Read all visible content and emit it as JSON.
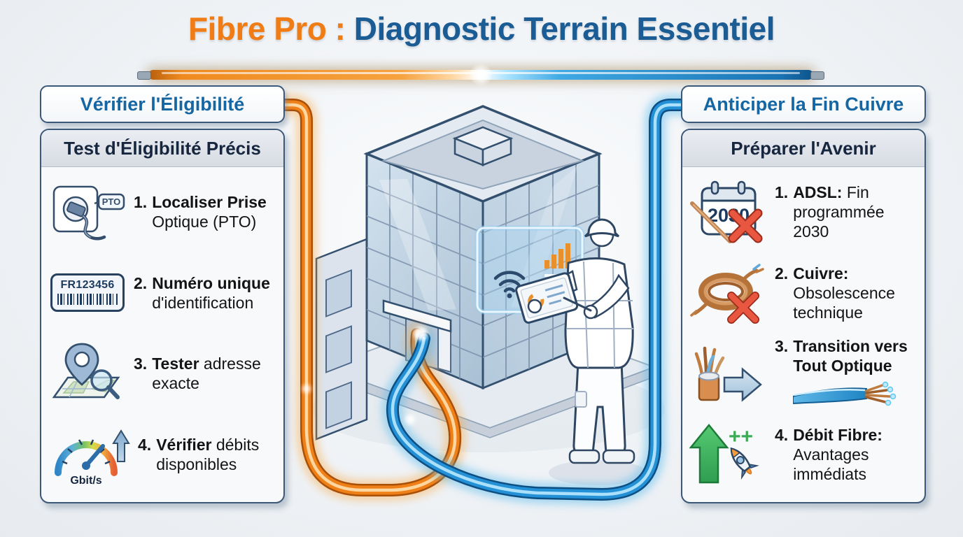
{
  "title": {
    "part1": "Fibre Pro :",
    "part2": "Diagnostic Terrain Essentiel"
  },
  "left": {
    "header": "Vérifier l'Éligibilité",
    "panel_title": "Test d'Éligibilité Précis",
    "items": [
      {
        "num": "1.",
        "bold": "Localiser Prise",
        "rest": "Optique (PTO)",
        "icon": "optical-socket-icon"
      },
      {
        "num": "2.",
        "bold": "Numéro unique",
        "rest": "d'identification",
        "icon": "barcode-label-icon"
      },
      {
        "num": "3.",
        "bold": "Tester",
        "rest": "adresse exacte",
        "icon": "map-pin-search-icon"
      },
      {
        "num": "4.",
        "bold": "Vérifier",
        "rest": "débits disponibles",
        "icon": "speed-gauge-icon"
      }
    ],
    "icons": {
      "pto_tag": "PTO",
      "barcode_text": "FR123456",
      "gauge_label": "Gbit/s"
    }
  },
  "right": {
    "header": "Anticiper la Fin Cuivre",
    "panel_title": "Préparer l'Avenir",
    "items": [
      {
        "num": "1.",
        "bold": "ADSL:",
        "rest": "Fin programmée 2030",
        "icon": "calendar-end-icon"
      },
      {
        "num": "2.",
        "bold": "Cuivre:",
        "rest": "Obsolescence technique",
        "icon": "copper-coil-icon"
      },
      {
        "num": "3.",
        "bold": "Transition vers Tout Optique",
        "rest": "",
        "icon": "copper-to-fiber-icon"
      },
      {
        "num": "4.",
        "bold": "Débit Fibre:",
        "rest": "Avantages immédiats",
        "icon": "growth-rocket-icon"
      }
    ],
    "icons": {
      "calendar_year": "2030",
      "plus_signs": "++"
    }
  },
  "colors": {
    "accent_orange": "#ee7c15",
    "accent_blue": "#1a74b4",
    "navy": "#16263f",
    "text_blue": "#1566a3",
    "alert_red": "#e2503c",
    "growth_green": "#3cab57",
    "copper": "#c08552"
  }
}
